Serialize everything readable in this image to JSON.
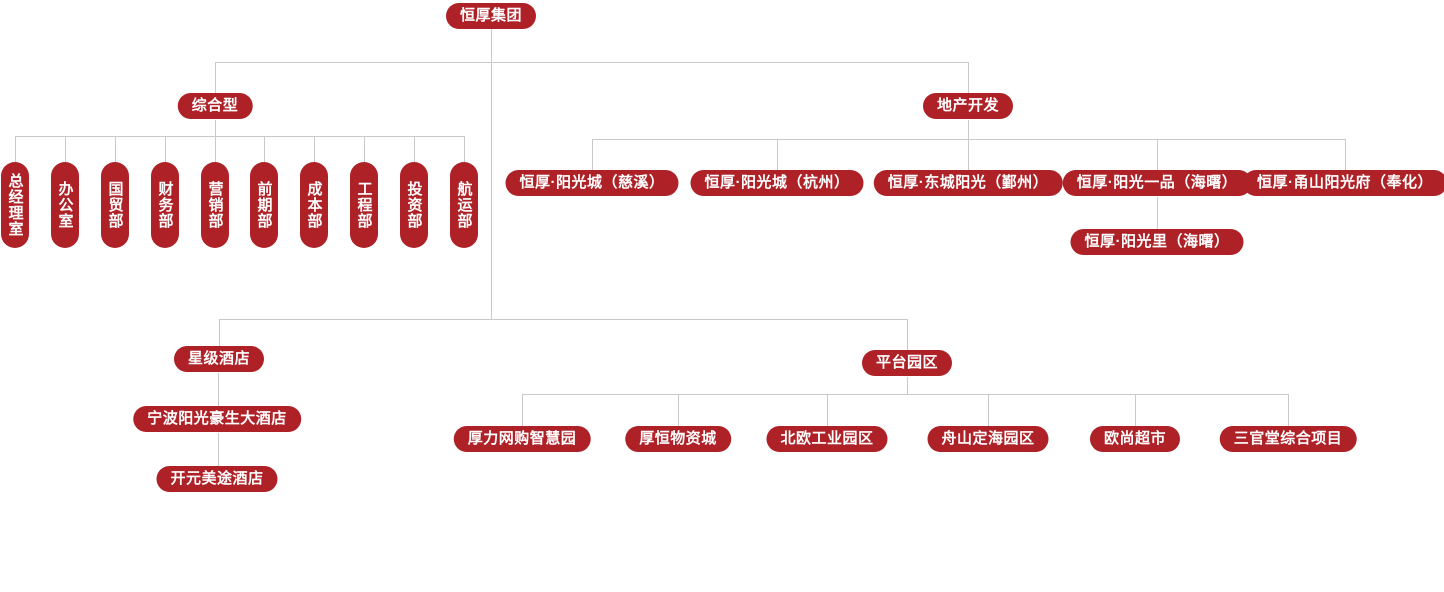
{
  "colors": {
    "node_bg": "#ae2127",
    "node_text": "#ffffff",
    "line": "#c9c9c9"
  },
  "org": {
    "root": "恒厚集团",
    "comprehensive": {
      "label": "综合型",
      "departments": [
        "总经理室",
        "办公室",
        "国贸部",
        "财务部",
        "营销部",
        "前期部",
        "成本部",
        "工程部",
        "投资部",
        "航运部"
      ]
    },
    "real_estate": {
      "label": "地产开发",
      "projects": [
        "恒厚·阳光城（慈溪）",
        "恒厚·阳光城（杭州）",
        "恒厚·东城阳光（鄞州）",
        "恒厚·阳光一品（海曙）",
        "恒厚·甬山阳光府（奉化）",
        "恒厚·阳光里（海曙）"
      ]
    },
    "hotels": {
      "label": "星级酒店",
      "projects": [
        "宁波阳光豪生大酒店",
        "开元美途酒店"
      ]
    },
    "parks": {
      "label": "平台园区",
      "projects": [
        "厚力网购智慧园",
        "厚恒物资城",
        "北欧工业园区",
        "舟山定海园区",
        "欧尚超市",
        "三官堂综合项目"
      ]
    }
  }
}
